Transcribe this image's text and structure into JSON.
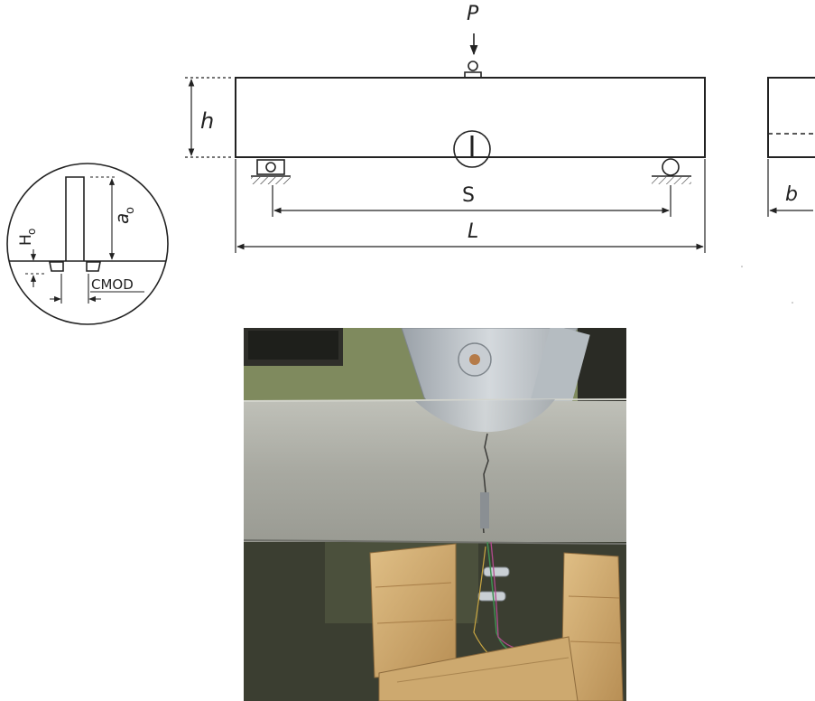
{
  "labels": {
    "load": "P",
    "height": "h",
    "span": "S",
    "length": "L",
    "width": "b",
    "notch_depth": "a",
    "notch_depth_sub": "o",
    "gauge_height": "H",
    "gauge_height_sub": "o",
    "cmod": "CMOD"
  },
  "colors": {
    "ink": "#222222",
    "beam_concrete": "#a9aaa3",
    "wall_green": "#7f8a5e",
    "wood": "#d2ad74",
    "steel": "#b8bec4"
  }
}
